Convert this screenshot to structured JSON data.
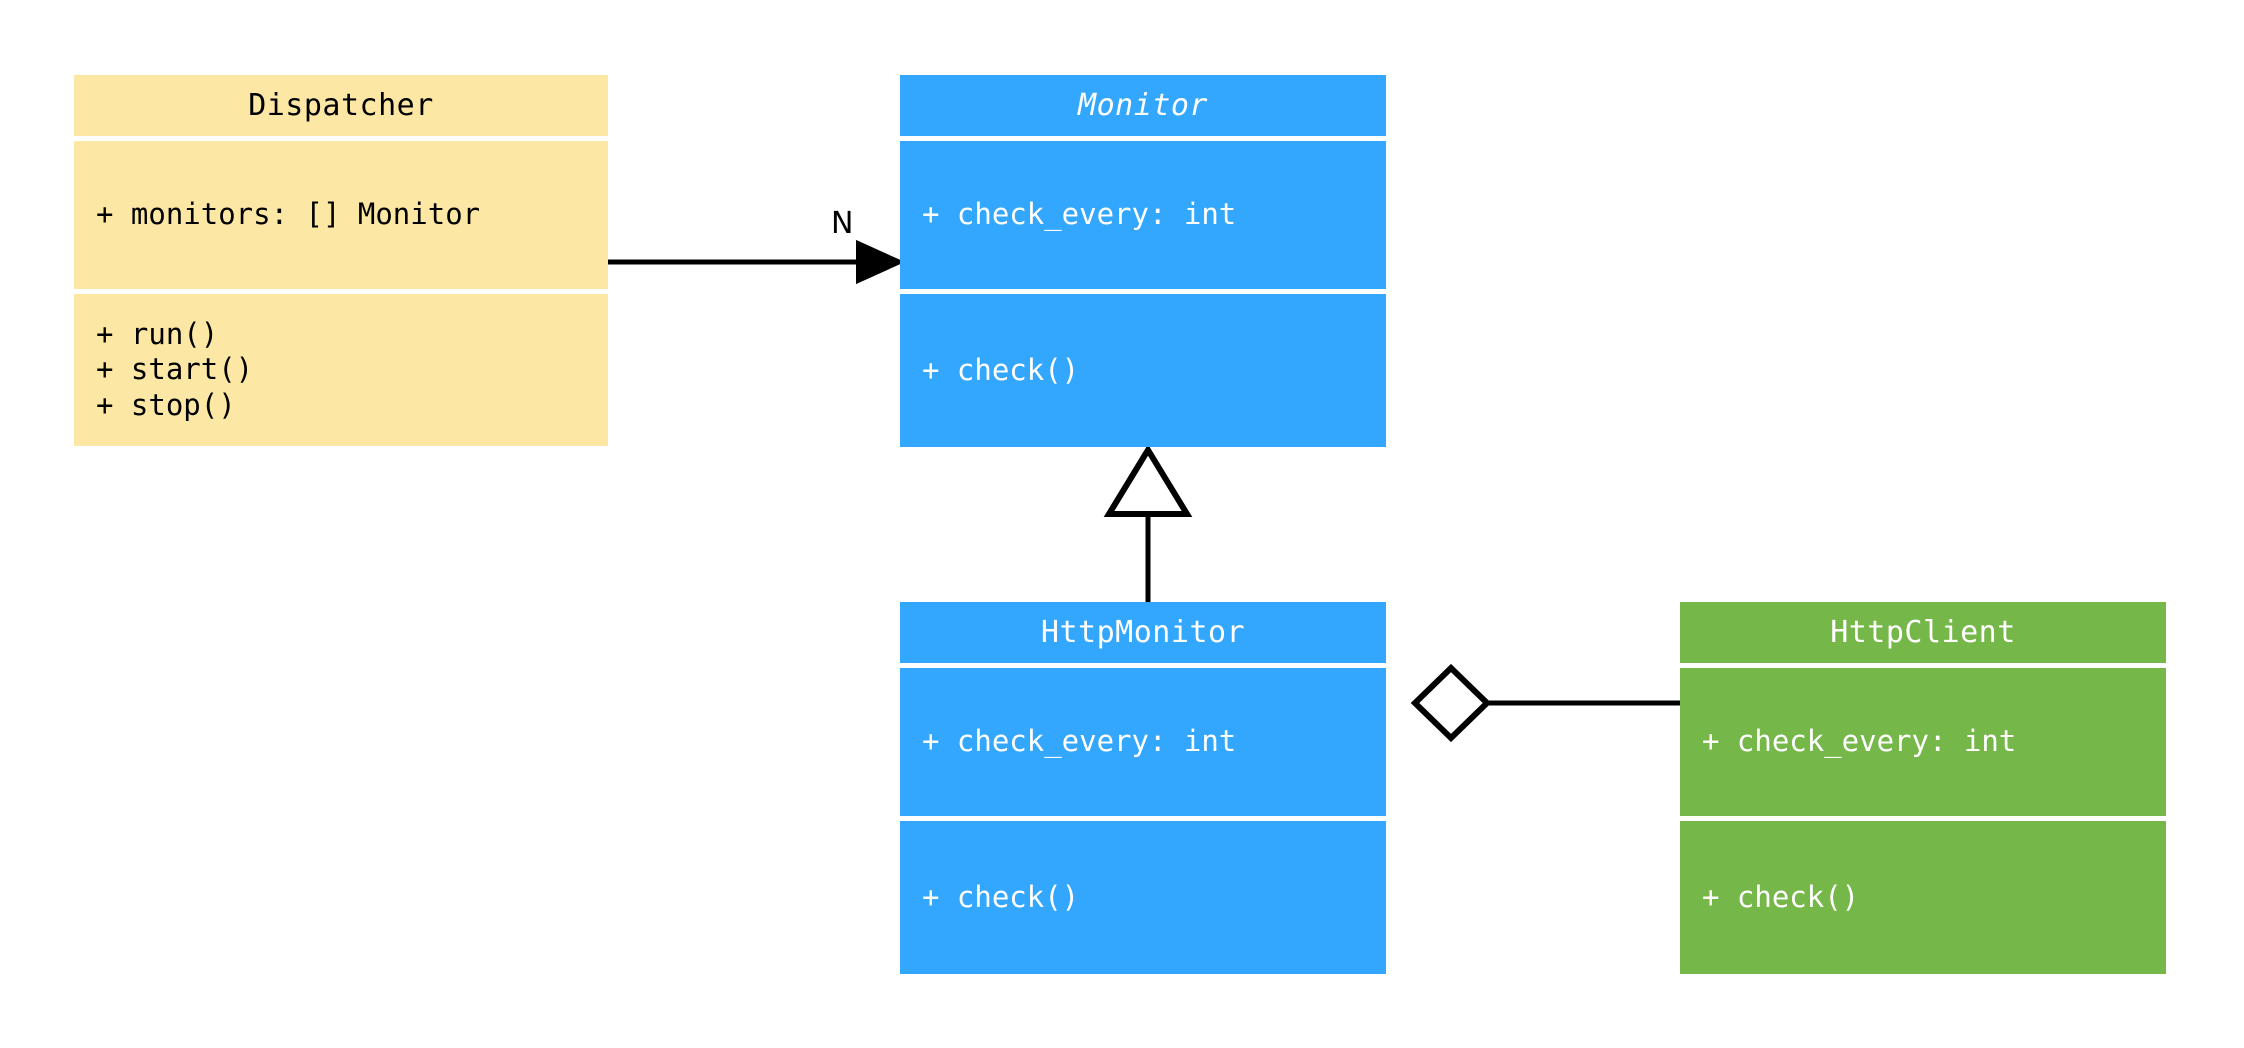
{
  "diagram": {
    "type": "uml-class-diagram",
    "background": "#ffffff",
    "palette": {
      "yellow": "#fce8a4",
      "blue": "#33a6fd",
      "green": "#76b74a",
      "line": "#000000",
      "text_dark": "#000000",
      "text_light": "#ffffff"
    }
  },
  "classes": {
    "dispatcher": {
      "name": "Dispatcher",
      "abstract": false,
      "color": "#fce8a4",
      "attributes": [
        "+ monitors: [] Monitor"
      ],
      "methods": [
        "+ run()",
        "+ start()",
        "+ stop()"
      ]
    },
    "monitor": {
      "name": "Monitor",
      "abstract": true,
      "color": "#33a6fd",
      "attributes": [
        "+ check_every: int"
      ],
      "methods": [
        "+ check()"
      ]
    },
    "http_monitor": {
      "name": "HttpMonitor",
      "abstract": false,
      "color": "#33a6fd",
      "attributes": [
        "+ check_every: int"
      ],
      "methods": [
        "+ check()"
      ]
    },
    "http_client": {
      "name": "HttpClient",
      "abstract": false,
      "color": "#76b74a",
      "attributes": [
        "+ check_every: int"
      ],
      "methods": [
        "+ check()"
      ]
    }
  },
  "relationships": {
    "dispatcher_to_monitor": {
      "kind": "association",
      "from": "Dispatcher",
      "to": "Monitor",
      "multiplicity_label": "N",
      "arrow": "filled-triangle"
    },
    "http_monitor_to_monitor": {
      "kind": "generalization",
      "from": "HttpMonitor",
      "to": "Monitor",
      "multiplicity_label": "",
      "arrow": "hollow-triangle"
    },
    "http_monitor_to_http_client": {
      "kind": "aggregation",
      "from": "HttpMonitor",
      "to": "HttpClient",
      "multiplicity_label": "",
      "arrow": "hollow-diamond"
    }
  }
}
